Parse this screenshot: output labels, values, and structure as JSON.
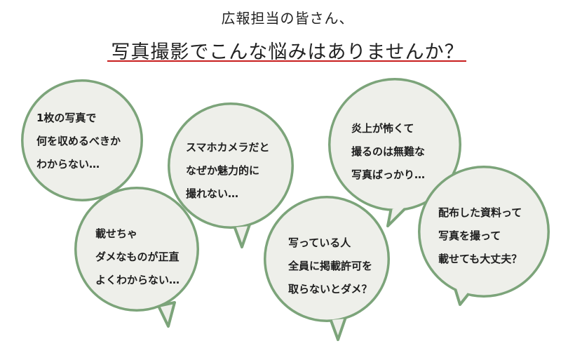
{
  "header": {
    "subtitle": "広報担当の皆さん、",
    "headline": "写真撮影でこんな悩みはありませんか？",
    "accent_color": "#c81e1e"
  },
  "bubble_style": {
    "fill": "#eeefea",
    "stroke": "#7ca47a"
  },
  "bubbles": [
    {
      "lines": [
        "1枚の写真で",
        "何を収めるべきか",
        "わからない…"
      ]
    },
    {
      "lines": [
        "載せちゃ",
        "ダメなものが正直",
        "よくわからない…"
      ]
    },
    {
      "lines": [
        "スマホカメラだと",
        "なぜか魅力的に",
        "撮れない…"
      ]
    },
    {
      "lines": [
        "写っている人",
        "全員に掲載許可を",
        "取らないとダメ？"
      ]
    },
    {
      "lines": [
        "炎上が怖くて",
        "撮るのは無難な",
        "写真ばっかり…"
      ]
    },
    {
      "lines": [
        "配布した資料って",
        "写真を撮って",
        "載せても大丈夫？"
      ]
    }
  ]
}
